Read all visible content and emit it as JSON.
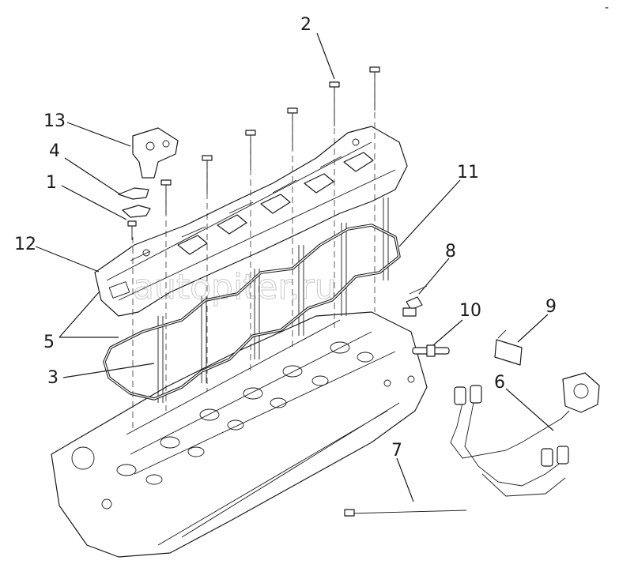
{
  "callouts": [
    {
      "id": "c1",
      "label": "1"
    },
    {
      "id": "c2",
      "label": "2"
    },
    {
      "id": "c3",
      "label": "3"
    },
    {
      "id": "c4",
      "label": "4"
    },
    {
      "id": "c5",
      "label": "5"
    },
    {
      "id": "c6",
      "label": "6"
    },
    {
      "id": "c7",
      "label": "7"
    },
    {
      "id": "c8",
      "label": "8"
    },
    {
      "id": "c9",
      "label": "9"
    },
    {
      "id": "c10",
      "label": "10"
    },
    {
      "id": "c11",
      "label": "11"
    },
    {
      "id": "c12",
      "label": "12"
    },
    {
      "id": "c13",
      "label": "13"
    }
  ],
  "watermark": "autopiter.ru",
  "corner_mark": "-"
}
